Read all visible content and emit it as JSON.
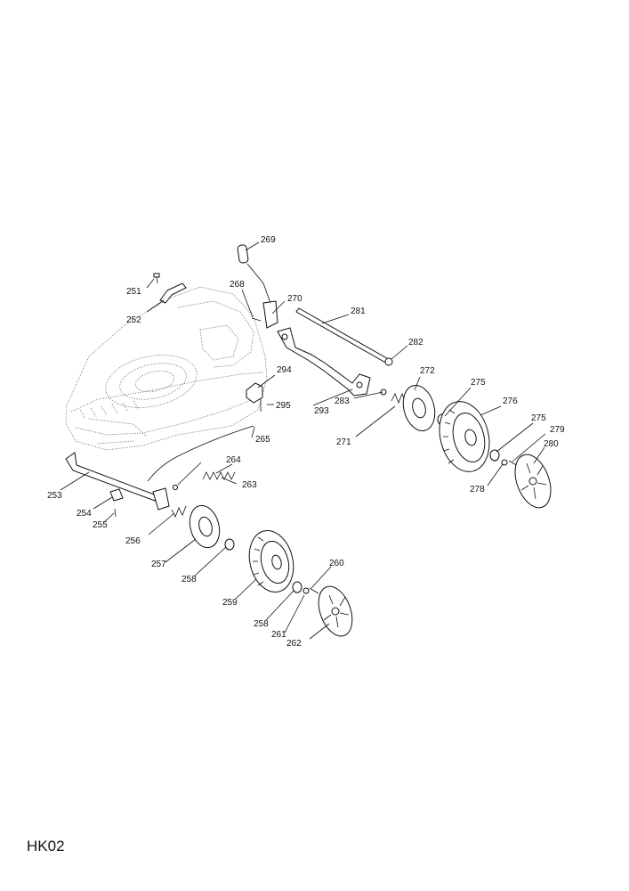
{
  "sheet_code": "HK02",
  "labels": {
    "p251": "251",
    "p252": "252",
    "p253": "253",
    "p254": "254",
    "p255": "255",
    "p256": "256",
    "p257": "257",
    "p258a": "258",
    "p258b": "258",
    "p259": "259",
    "p260": "260",
    "p261": "261",
    "p262": "262",
    "p263": "263",
    "p264": "264",
    "p265": "265",
    "p268": "268",
    "p269": "269",
    "p270": "270",
    "p271": "271",
    "p272": "272",
    "p275a": "275",
    "p275b": "275",
    "p276": "276",
    "p278": "278",
    "p279": "279",
    "p280": "280",
    "p281": "281",
    "p282": "282",
    "p283": "283",
    "p293": "293",
    "p294": "294",
    "p295": "295"
  }
}
